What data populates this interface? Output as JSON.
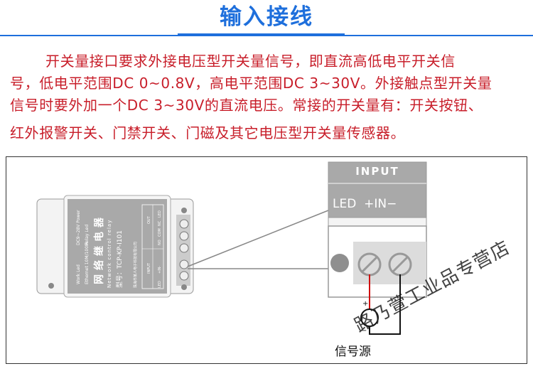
{
  "title": "输入接线",
  "description_lines": [
    "开关量接口要求外接电压型开关量信号，即直流高低电平开关信",
    "号，低电平范围DC 0~0.8V，高电平范围DC 3~30V。外接触点型开关量",
    "信号时要外加一个DC 3~30V的直流电压。常接的开关量有：开关按钮、",
    "红外报警开关、门禁开关、门磁及其它电压型开关量传感器。"
  ],
  "device": {
    "name_cn": "网络继电器",
    "name_en": "Network control relay",
    "model": "型号：TCP-KP-I101",
    "leds": [
      "Work Led",
      "Ethernet 10M/100M",
      "DC9~28V Power",
      "Relay Led"
    ],
    "maker": "珠海市某人电子科技有限公司",
    "terminals": [
      "LED",
      "+IN-",
      "NO",
      "COM",
      "NC",
      "LED"
    ],
    "sections": [
      "INPUT",
      "OUT"
    ]
  },
  "zoom_panel": {
    "header": "INPUT",
    "labels": "LED  +IN−"
  },
  "signal_source": {
    "label": "信号源",
    "plus": "+",
    "minus": "−"
  },
  "watermark": "路乃萱工业品专营店",
  "colors": {
    "title": "#1e6fdc",
    "text": "#c81e2a",
    "wire_positive": "#d01010",
    "wire_negative": "#111111"
  }
}
